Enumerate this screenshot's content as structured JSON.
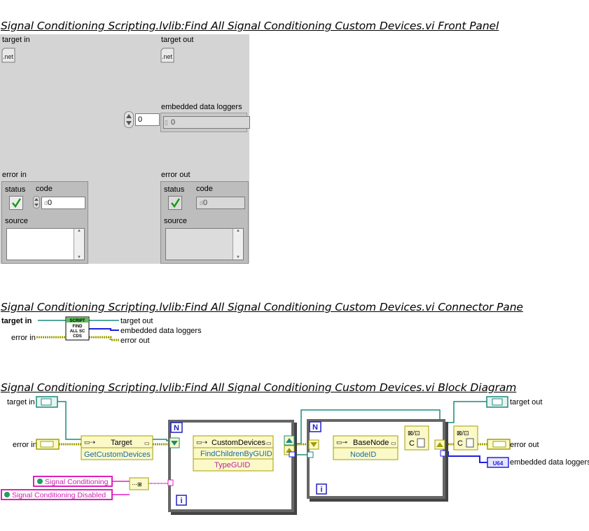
{
  "front_panel": {
    "title": "Signal Conditioning Scripting.lvlib:Find All Signal Conditioning Custom Devices.vi Front Panel",
    "target_in_label": "target in",
    "target_out_label": "target out",
    "ref_badge": ".net",
    "index_value": "0",
    "embedded_label": "embedded data loggers",
    "embedded_value": "0",
    "embedded_index": "0",
    "error_in": {
      "label": "error in",
      "status": "status",
      "code": "code",
      "code_value": "0",
      "code_prefix": "d",
      "source": "source"
    },
    "error_out": {
      "label": "error out",
      "status": "status",
      "code": "code",
      "code_value": "0",
      "code_prefix": "d",
      "source": "source"
    }
  },
  "connector_pane": {
    "title": "Signal Conditioning Scripting.lvlib:Find All Signal Conditioning Custom Devices.vi Connector Pane",
    "target_in": "target in",
    "error_in": "error in",
    "target_out": "target out",
    "embedded": "embedded data loggers",
    "error_out": "error out",
    "icon_header": "SCRIPT",
    "icon_line1": "FIND",
    "icon_line2": "ALL SC",
    "icon_line3": "CDS"
  },
  "block_diagram": {
    "title": "Signal Conditioning Scripting.lvlib:Find All Signal Conditioning Custom Devices.vi Block Diagram",
    "target_in": "target in",
    "error_in": "error in",
    "target_out": "target out",
    "error_out": "error out",
    "embedded": "embedded data loggers",
    "target_node": "Target",
    "get_custom_devices": "GetCustomDevices",
    "custom_devices_node": "CustomDevices",
    "find_children": "FindChildrenByGUID",
    "type_guid": "TypeGUID",
    "base_node": "BaseNode",
    "node_id": "NodeID",
    "const1": "Signal Conditioning",
    "const2": "Signal Conditioning Disabled",
    "loop_n": "N",
    "loop_i": "i",
    "u64": "U64",
    "c_label": "C",
    "colors": {
      "ref_wire": "#1a8a7a",
      "err_wire": "#a0a000",
      "string_wire": "#e020c0",
      "u64_wire": "#2020e0",
      "node_fill": "#fbf9c8",
      "loop_border": "#555555"
    }
  }
}
